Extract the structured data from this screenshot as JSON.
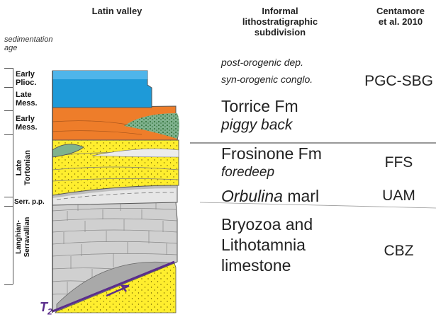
{
  "headers": {
    "left": "Latin valley",
    "middle": [
      "Informal",
      "lithostratigraphic",
      "subdivision"
    ],
    "right": [
      "Centamore",
      "et al. 2010"
    ]
  },
  "sedimentation_age_label": [
    "sedimentation",
    "age"
  ],
  "ages": {
    "early_plioc": [
      "Early",
      "Plioc."
    ],
    "late_mess": [
      "Late",
      "Mess."
    ],
    "early_mess": [
      "Early",
      "Mess."
    ],
    "late_tortonian": [
      "Late",
      "Tortonian"
    ],
    "serr": "Serr. p.p.",
    "langhian": [
      "Langhian-",
      "Serravallian"
    ]
  },
  "units": {
    "post_orogenic": "post-orogenic dep.",
    "syn_orogenic": "syn-orogenic conglo.",
    "torrice": "Torrice Fm",
    "piggy_back": "piggy back",
    "frosinone": "Frosinone Fm",
    "foredeep": "foredeep",
    "orbulina_italic": "Orbulina",
    "orbulina_rest": " marl",
    "bryozoa": [
      "Bryozoa and",
      "Lithotamnia",
      "limestone"
    ]
  },
  "codes": {
    "pgc_sbg": "PGC-SBG",
    "ffs": "FFS",
    "uam": "UAM",
    "cbz": "CBZ"
  },
  "thrust_label": "T",
  "thrust_subscript": "2",
  "colors": {
    "blue": "#1e9ad8",
    "orange": "#ee7d2a",
    "yellow": "#ffee2e",
    "green": "#7fb28e",
    "grey": "#cfcfcf",
    "thrust": "#5a2d8c"
  }
}
